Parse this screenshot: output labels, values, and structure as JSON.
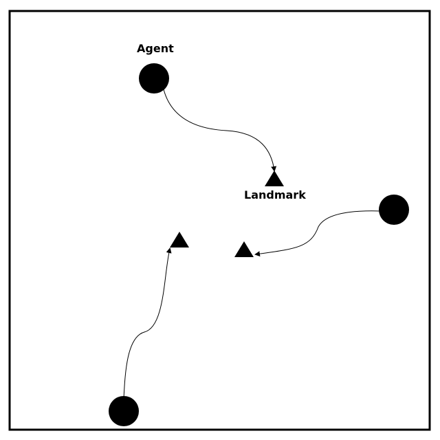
{
  "labels": {
    "agent": "Agent",
    "landmark": "Landmark"
  },
  "colors": {
    "foreground": "#000000",
    "background": "#ffffff"
  },
  "agents": [
    {
      "name": "agent-1",
      "icon": "circle"
    },
    {
      "name": "agent-2",
      "icon": "circle"
    },
    {
      "name": "agent-3",
      "icon": "circle"
    }
  ],
  "landmarks": [
    {
      "name": "landmark-1",
      "icon": "triangle"
    },
    {
      "name": "landmark-2",
      "icon": "triangle"
    },
    {
      "name": "landmark-3",
      "icon": "triangle"
    }
  ]
}
